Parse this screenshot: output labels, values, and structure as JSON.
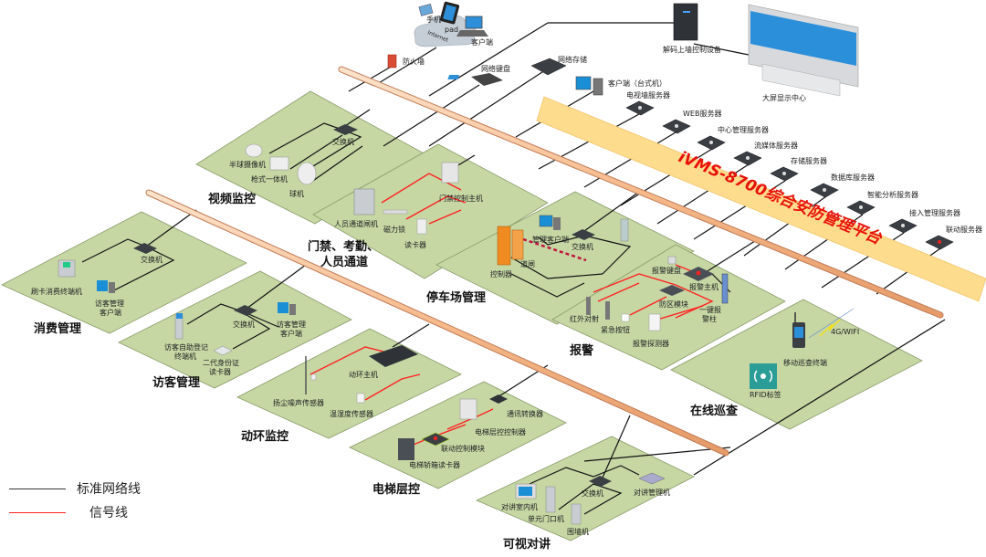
{
  "platform_banner": "iVMS-8700综合安防管理平台",
  "colors": {
    "zone_fill": "#c6d7a4",
    "zone_border": "#8a9c6a",
    "network_line": "#111111",
    "signal_line": "#ff2020",
    "banner_fill": "#fddc8e",
    "banner_text": "#e8120c",
    "bus_pipe": "#f7c9a2",
    "device_dark": "#3b3f44",
    "screen_blue": "#1b8fd6"
  },
  "top": {
    "internet": "Internet",
    "phone": "手机",
    "pad": "pad",
    "client": "客户端",
    "firewall": "防火墙",
    "network_keyboard": "网络键盘",
    "network_storage": "网络存储",
    "desktop_client": "客户端（台式机）",
    "decoder": "解码上墙控制设备",
    "big_screen": "大屏显示中心"
  },
  "servers": [
    {
      "label": "电视墙服务器"
    },
    {
      "label": "WEB服务器"
    },
    {
      "label": "中心管理服务器"
    },
    {
      "label": "流媒体服务器"
    },
    {
      "label": "存储服务器"
    },
    {
      "label": "数据库服务器"
    },
    {
      "label": "智能分析服务器"
    },
    {
      "label": "接入管理服务器"
    },
    {
      "label": "联动服务器"
    }
  ],
  "zones": {
    "video": {
      "title": "视频监控",
      "switch": "交换机",
      "dome": "半球摄像机",
      "bullet": "枪式一体机",
      "ptz": "球机"
    },
    "access": {
      "title_line1": "门禁、考勤、",
      "title_line2": "人员通道",
      "gate": "人员通道闸机",
      "lock": "磁力锁",
      "reader": "读卡器",
      "controller": "门禁控制主机"
    },
    "parking": {
      "title": "停车场管理",
      "client": "管理客户端",
      "switch": "交换机",
      "controller": "控制器",
      "barrier": "道闸"
    },
    "alarm": {
      "title": "报警",
      "keyboard": "报警键盘",
      "host": "报警主机",
      "zone_module": "防区模块",
      "ir": "红外对射",
      "button": "紧急按钮",
      "detector": "报警探测器",
      "pillar_line1": "一键报",
      "pillar_line2": "警柱"
    },
    "patrol": {
      "title": "在线巡查",
      "terminal": "移动巡查终端",
      "wireless": "4G/WIFI",
      "rfid": "RFID标签"
    },
    "consume": {
      "title": "消费管理",
      "switch": "交换机",
      "pos": "刷卡消费终端机",
      "client_line1": "访客管理",
      "client_line2": "客户端"
    },
    "visitor": {
      "title": "访客管理",
      "switch": "交换机",
      "kiosk_line1": "访客自助登记",
      "kiosk_line2": "终端机",
      "id_line1": "二代身份证",
      "id_line2": "读卡器",
      "client_line1": "访客管理",
      "client_line2": "客户端"
    },
    "env": {
      "title": "动环监控",
      "host": "动环主机",
      "dust": "扬尘噪声传感器",
      "temp": "温湿度传感器"
    },
    "elevator": {
      "title": "电梯层控",
      "converter": "通讯转换器",
      "floor_ctrl": "电梯层控控制器",
      "link_module": "联动控制模块",
      "car_reader": "电梯轿箱读卡器"
    },
    "intercom": {
      "title": "可视对讲",
      "switch": "交换机",
      "manager": "对讲管理机",
      "indoor": "对讲室内机",
      "unit_door": "单元门口机",
      "wall": "围墙机"
    }
  },
  "legend": {
    "network": "标准网络线",
    "signal": "信号线"
  }
}
